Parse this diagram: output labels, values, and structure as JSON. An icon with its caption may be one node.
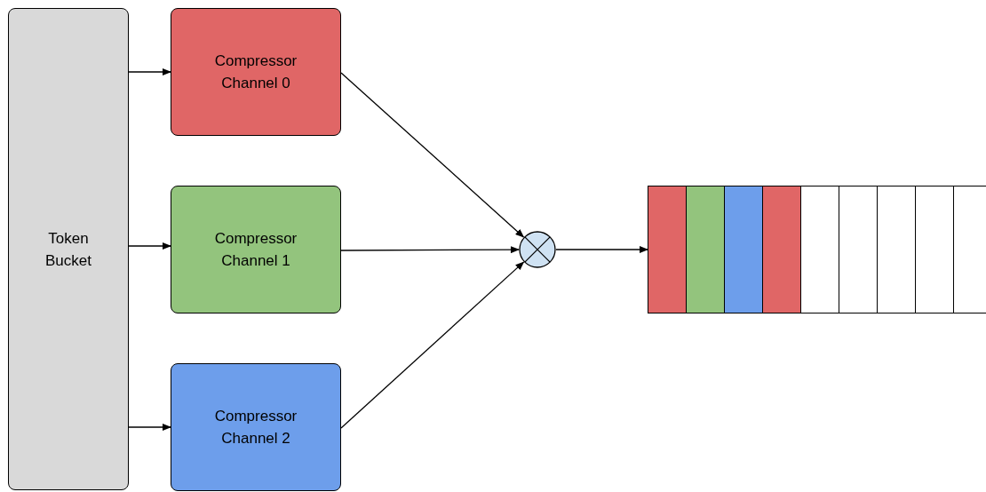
{
  "diagram": {
    "nodes": [
      {
        "text": [
          "Token Bucket"
        ]
      },
      {
        "text": [
          "Compressor Channel 0"
        ]
      },
      {
        "text": [
          "Compressor Channel 1"
        ]
      },
      {
        "text": [
          "Compressor Channel 2"
        ]
      },
      {
        "text": [],
        "shape": "circle"
      },
      {
        "text": [],
        "shape": "box"
      },
      {
        "text": [],
        "shape": "box"
      },
      {
        "text": [],
        "shape": "box"
      },
      {
        "text": [],
        "shape": "box"
      },
      {
        "text": [],
        "shape": "box"
      },
      {
        "text": [],
        "shape": "box"
      },
      {
        "text": [],
        "shape": "box"
      },
      {
        "text": [],
        "shape": "box"
      },
      {
        "text": [],
        "shape": "box"
      }
    ],
    "edges": [
      {
        "from": 0,
        "to": 1,
        "arrow": "to"
      },
      {
        "from": 0,
        "to": 2,
        "arrow": "to"
      },
      {
        "from": 0,
        "to": 3,
        "arrow": "to"
      },
      {
        "from": 1,
        "to": 4,
        "arrow": "to"
      },
      {
        "from": 2,
        "to": 4,
        "arrow": "to"
      },
      {
        "from": 3,
        "to": 4,
        "arrow": "to"
      },
      {
        "from": 4,
        "to": 5,
        "arrow": "to"
      }
    ]
  }
}
